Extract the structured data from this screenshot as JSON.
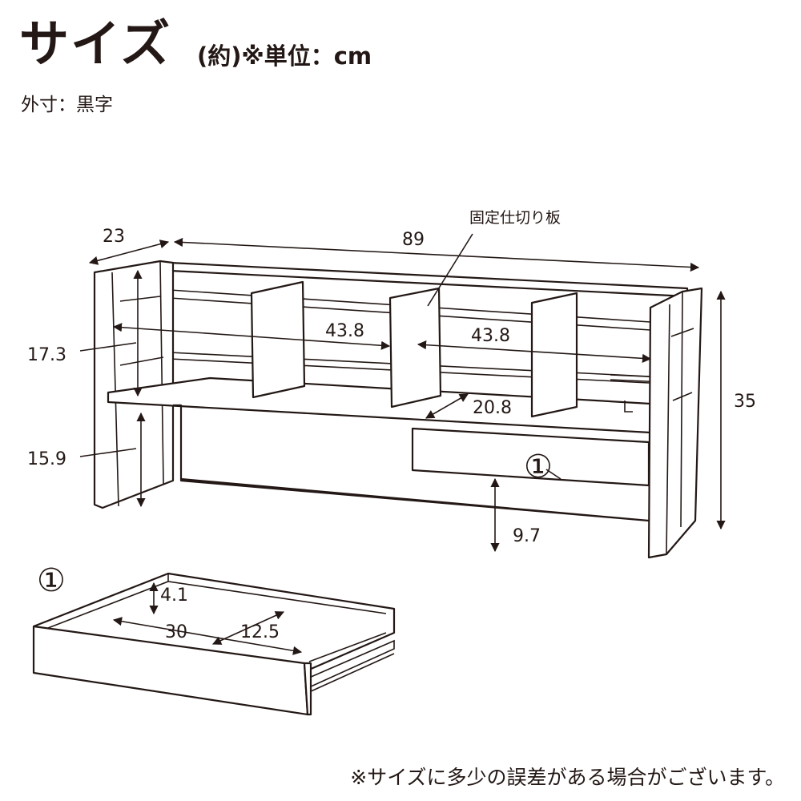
{
  "header": {
    "title": "サイズ",
    "unit": "(約)※単位：cm",
    "legend": "外寸：黒字"
  },
  "diagram": {
    "callout_label": "固定仕切り板",
    "dimensions": {
      "depth": "23",
      "width": "89",
      "height": "35",
      "shelf_side_height": "17.3",
      "under_shelf_height": "15.9",
      "compartment_width_left": "43.8",
      "compartment_width_right": "43.8",
      "shelf_depth": "20.8",
      "drawer_clearance": "9.7"
    },
    "drawer": {
      "marker": "①",
      "height": "4.1",
      "width": "30",
      "depth": "12.5"
    }
  },
  "footer": {
    "note": "※サイズに多少の誤差がある場合がございます。"
  }
}
